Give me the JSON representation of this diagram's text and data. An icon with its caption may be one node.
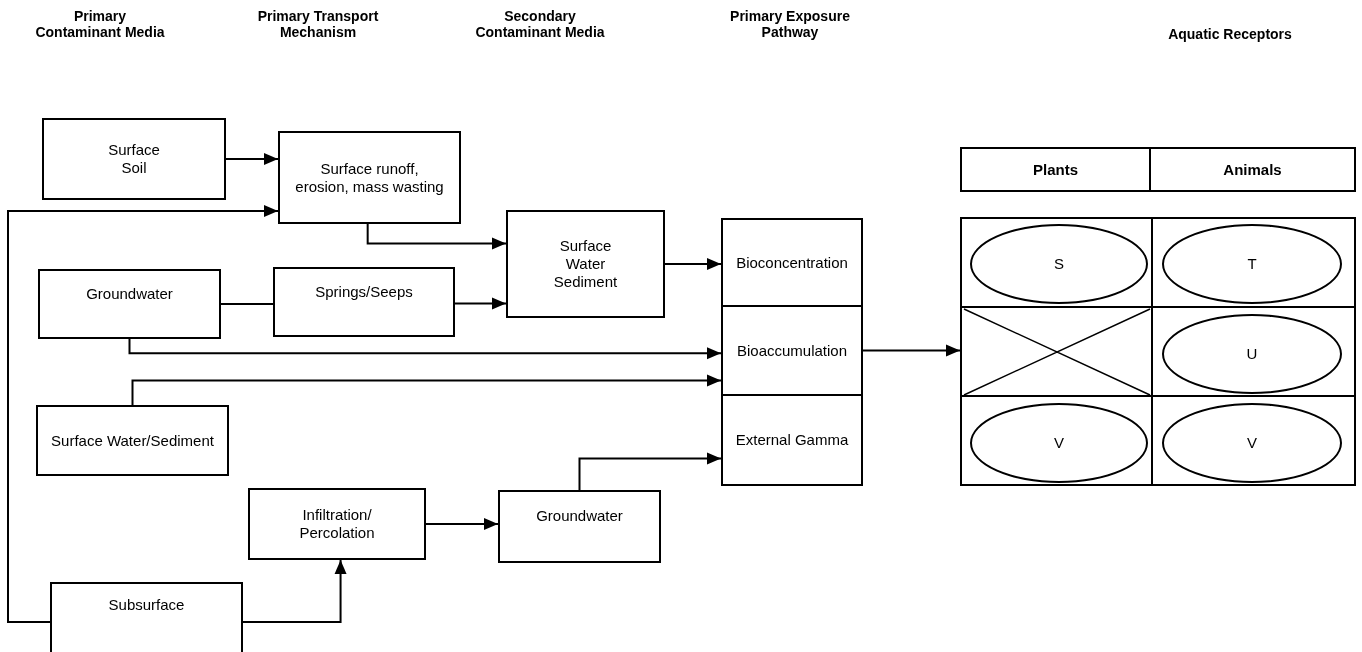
{
  "diagram": {
    "nodes": [
      {
        "text": [
          "Surface Soil"
        ]
      },
      {
        "text": [
          "Surface runoff, erosion, mass wasting"
        ]
      },
      {
        "text": [
          "Surface Water Sediment"
        ]
      },
      {
        "text": [
          "Bioconcentration"
        ]
      },
      {
        "text": [
          "Groundwater"
        ]
      },
      {
        "text": [
          "Springs/Seeps"
        ]
      },
      {
        "text": [
          "Bioaccumulation"
        ]
      },
      {
        "text": [
          "Surface Water/Sediment"
        ]
      },
      {
        "text": [
          "External Gamma"
        ]
      },
      {
        "text": [
          "Infiltration/ Percolation"
        ]
      },
      {
        "text": [
          "Groundwater"
        ]
      },
      {
        "text": [
          "Subsurface"
        ]
      },
      {
        "text": [],
        "shape": "box"
      },
      {
        "text": [
          "S"
        ],
        "in": 12
      },
      {
        "text": [
          "T"
        ],
        "in": 12
      },
      {
        "text": [
          "U"
        ],
        "in": 12
      },
      {
        "text": [
          "V"
        ],
        "in": 12
      },
      {
        "text": [
          "V"
        ],
        "in": 12
      }
    ],
    "edges": [
      {
        "from": 0,
        "to": 1,
        "arrow": "to"
      },
      {
        "from": 11,
        "to": 1,
        "arrow": "to"
      },
      {
        "from": 1,
        "to": 2,
        "arrow": "to"
      },
      {
        "from": 4,
        "to": 5,
        "arrow": "none"
      },
      {
        "from": 5,
        "to": 2,
        "arrow": "to"
      },
      {
        "from": 2,
        "to": 3,
        "arrow": "to"
      },
      {
        "from": 4,
        "to": 6,
        "arrow": "to"
      },
      {
        "from": 7,
        "to": 6,
        "arrow": "to"
      },
      {
        "from": 11,
        "to": 9,
        "arrow": "to"
      },
      {
        "from": 9,
        "to": 10,
        "arrow": "to"
      },
      {
        "from": 10,
        "to": 8,
        "arrow": "to"
      },
      {
        "from": 6,
        "to": 12,
        "arrow": "to"
      }
    ],
    "labels": [
      "Primary Contaminant Media",
      "Primary Transport Mechanism",
      "Secondary Contaminant Media",
      "Primary Exposure Pathway",
      "Aquatic Receptors",
      "Plants",
      "Animals"
    ]
  }
}
